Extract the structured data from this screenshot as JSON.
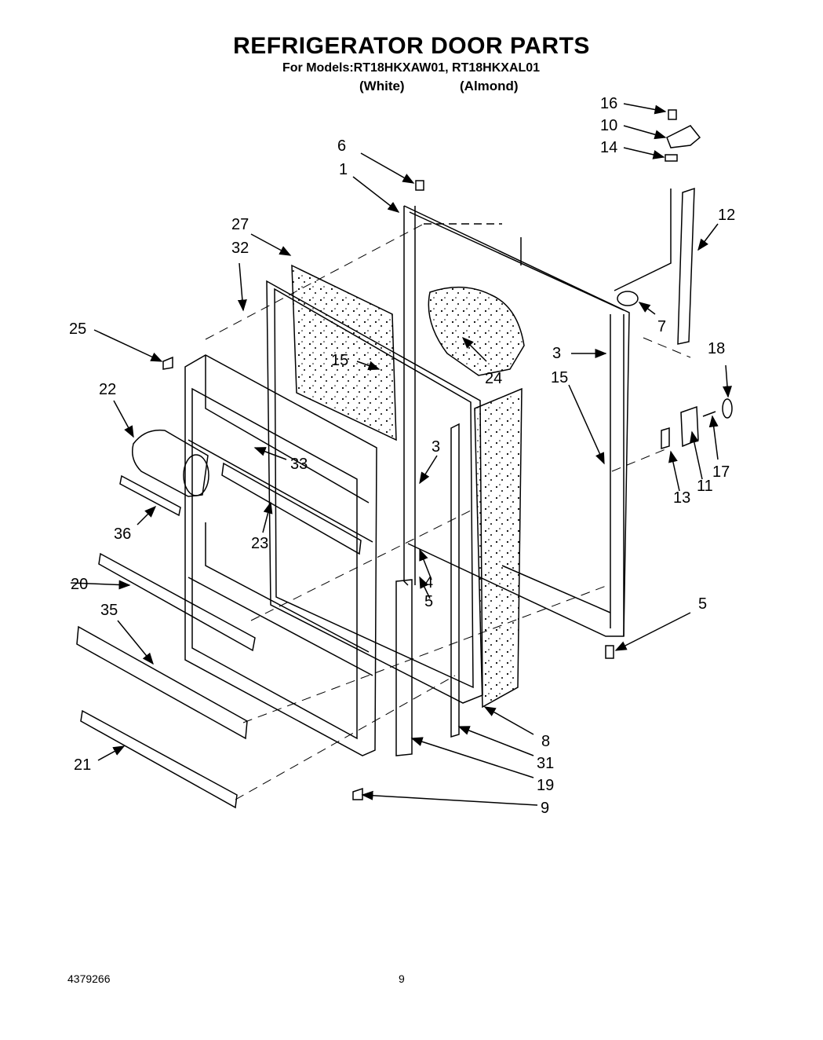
{
  "header": {
    "title": "REFRIGERATOR DOOR PARTS",
    "models_line": "For Models:RT18HKXAW01, RT18HKXAL01",
    "variant_white": "(White)",
    "variant_almond": "(Almond)"
  },
  "footer": {
    "document_number": "4379266",
    "page_number": "9"
  },
  "callouts": [
    "16",
    "10",
    "14",
    "6",
    "1",
    "12",
    "27",
    "32",
    "7",
    "25",
    "3",
    "24",
    "15",
    "18",
    "22",
    "15",
    "3",
    "33",
    "17",
    "13",
    "11",
    "36",
    "23",
    "4",
    "20",
    "5",
    "35",
    "5",
    "8",
    "31",
    "19",
    "21",
    "9"
  ]
}
